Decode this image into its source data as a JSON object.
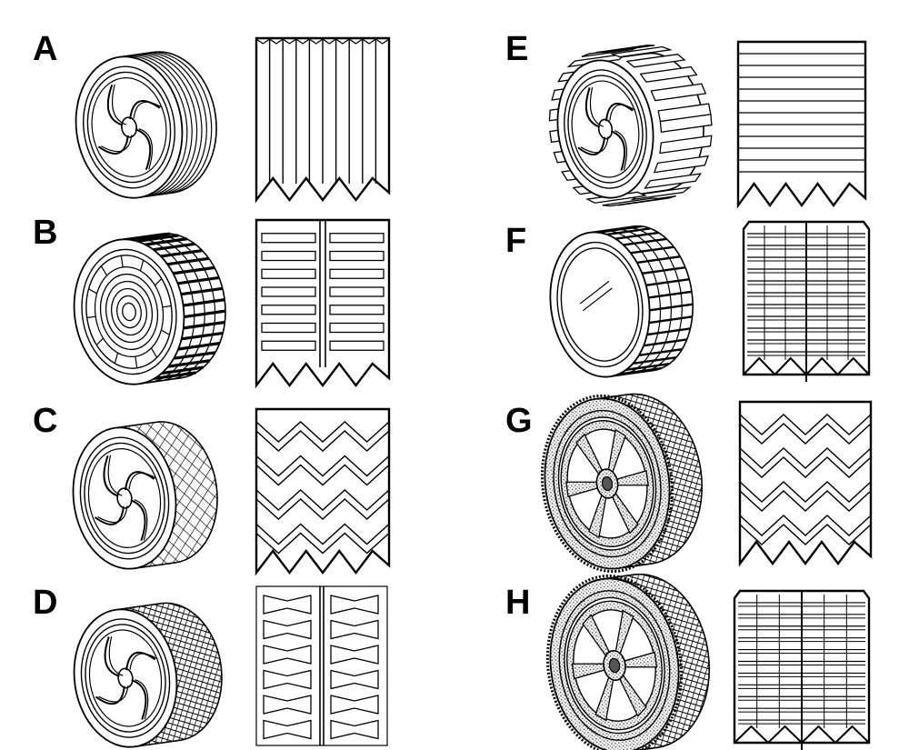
{
  "wheels": [
    {
      "letter": "A",
      "tread": "vertical-ribs"
    },
    {
      "letter": "B",
      "tread": "lugs-center-groove"
    },
    {
      "letter": "C",
      "tread": "diamond-chevron"
    },
    {
      "letter": "D",
      "tread": "aggressive-block-center-groove"
    },
    {
      "letter": "E",
      "tread": "paddle-horizontal"
    },
    {
      "letter": "F",
      "tread": "bars-center-groove"
    },
    {
      "letter": "G",
      "tread": "diamond-chevron"
    },
    {
      "letter": "H",
      "tread": "bars-center-groove"
    }
  ],
  "colors": {
    "ink": "#000000",
    "paper": "#ffffff",
    "stipple": "#6a6a6a"
  }
}
